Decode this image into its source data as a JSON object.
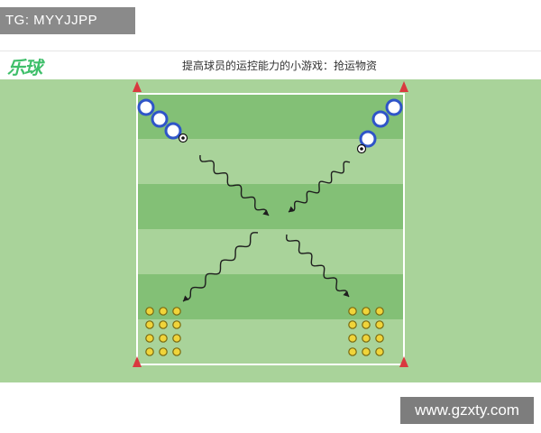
{
  "overlay": {
    "tg_text": "TG: MYYJJPP"
  },
  "header": {
    "logo_text": "乐球",
    "title": "提高球员的运控能力的小游戏：抢运物资"
  },
  "watermark": {
    "text": "www.gzxty.com"
  },
  "colors": {
    "field_light": "#a9d39a",
    "field_dark": "#83c076",
    "cone": "#d9393f",
    "player_ring": "#2f55c8",
    "disc_fill": "#f0d43a",
    "arrow": "#1e1e1e"
  },
  "legend_icons": {
    "cone": "triangle-cone",
    "player": "ring-player",
    "ball": "soccer-ball",
    "supply": "yellow-disc"
  }
}
